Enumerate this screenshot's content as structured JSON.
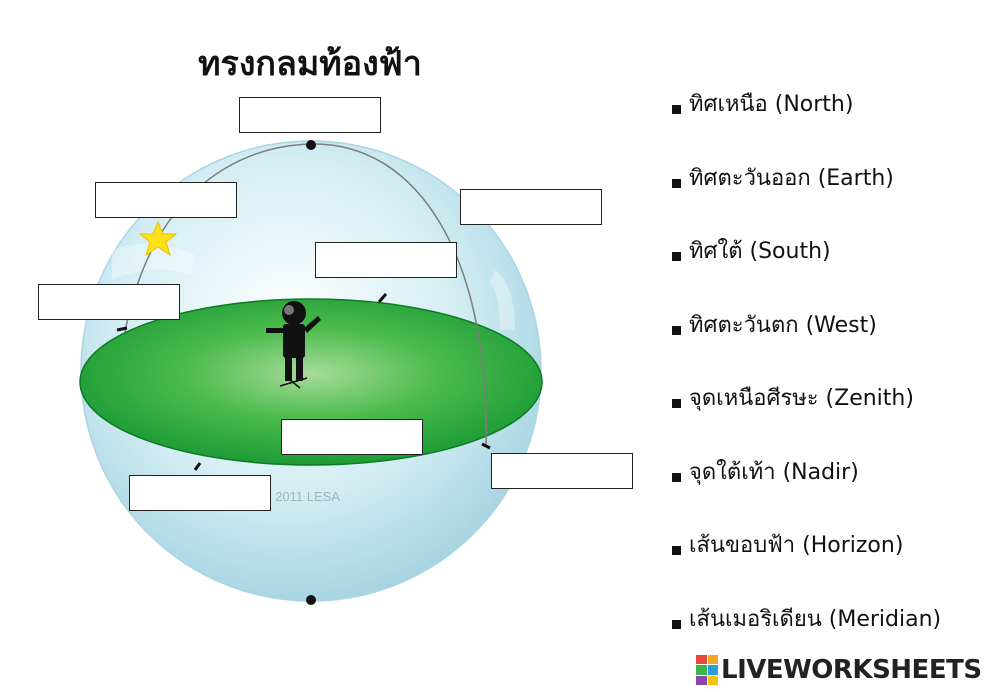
{
  "title": "ทรงกลมท้องฟ้า",
  "watermark": "© 2011 LESA",
  "legend_items": [
    "ทิศเหนือ (North)",
    "ทิศตะวันออก (Earth)",
    "ทิศใต้ (South)",
    "ทิศตะวันตก (West)",
    "จุดเหนือศีรษะ (Zenith)",
    "จุดใต้เท้า (Nadir)",
    "เส้นขอบฟ้า (Horizon)",
    "เส้นเมอริเดียน (Meridian)"
  ],
  "brand": {
    "text": "LIVEWORKSHEETS"
  },
  "colors": {
    "sphere": "#bfe3ec",
    "horizon_plane": "#22a53a",
    "horizon_edge": "#0d7a24",
    "star": "#ffe11a",
    "figure": "#111111",
    "brand_mark": [
      "#e8463a",
      "#f5a623",
      "#3bb54a",
      "#2a9fd6",
      "#8e44ad",
      "#f1c40f"
    ]
  },
  "icons": {
    "star": "star-icon",
    "person": "person-figure-icon"
  }
}
